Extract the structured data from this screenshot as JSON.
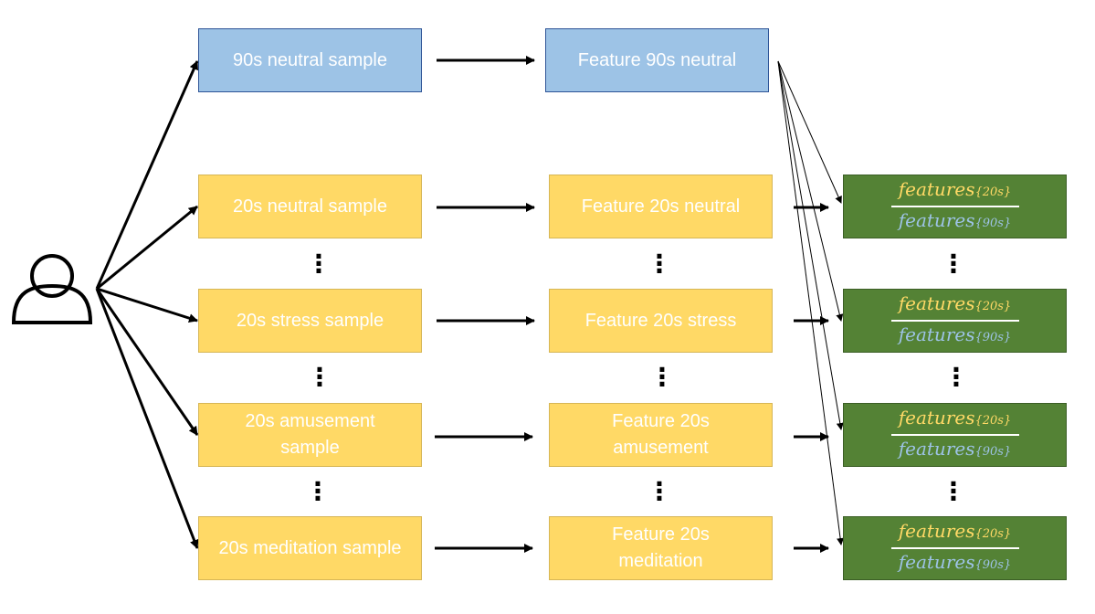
{
  "samples": {
    "s90_neutral": "90s neutral sample",
    "s20_neutral": "20s neutral sample",
    "s20_stress": "20s stress sample",
    "s20_amusement_l1": "20s amusement",
    "s20_amusement_l2": "sample",
    "s20_meditation": "20s meditation sample"
  },
  "features": {
    "f90_neutral": "Feature 90s neutral",
    "f20_neutral": "Feature 20s neutral",
    "f20_stress": "Feature 20s stress",
    "f20_amusement_l1": "Feature 20s",
    "f20_amusement_l2": "amusement",
    "f20_meditation_l1": "Feature 20s",
    "f20_meditation_l2": "meditation"
  },
  "ratio": {
    "numerator": "features",
    "numerator_sub": "{20s}",
    "denominator": "features",
    "denominator_sub": "{90s}"
  },
  "colors": {
    "blue_box": "#9dc3e6",
    "yellow_box": "#ffd966",
    "green_box": "#548235"
  },
  "icons": {
    "person": "person-icon"
  }
}
